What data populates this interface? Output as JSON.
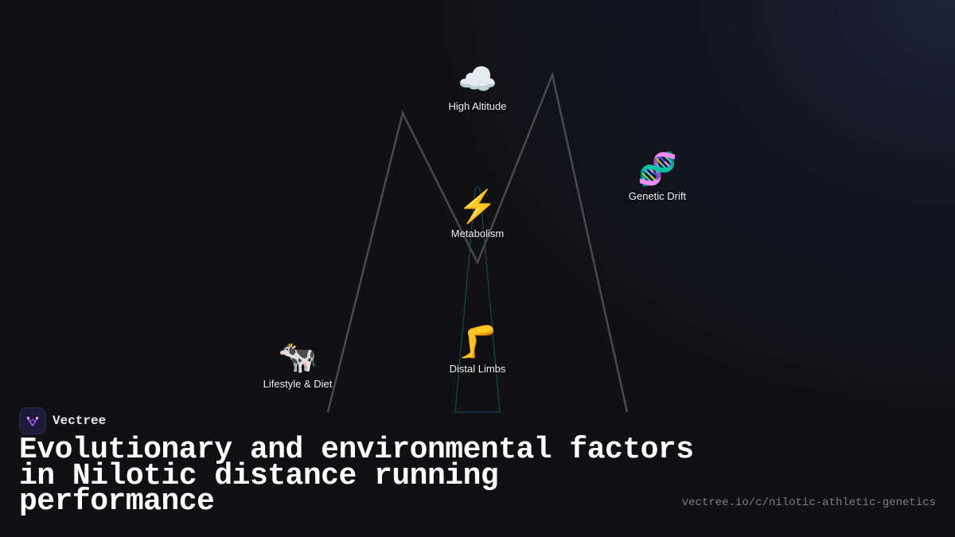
{
  "brand": {
    "name": "Vectree"
  },
  "title": "Evolutionary and environmental factors in Nilotic distance running performance",
  "url": "vectree.io/c/nilotic-athletic-genetics",
  "nodes": {
    "high_altitude": {
      "icon": "cloud-icon",
      "emoji": "☁️",
      "label": "High Altitude"
    },
    "genetic_drift": {
      "icon": "dna-icon",
      "emoji": "🧬",
      "label": "Genetic Drift"
    },
    "metabolism": {
      "icon": "lightning-icon",
      "emoji": "⚡",
      "label": "Metabolism"
    },
    "distal_limbs": {
      "icon": "leg-icon",
      "emoji": "🦵",
      "label": "Distal Limbs"
    },
    "lifestyle_diet": {
      "icon": "cow-icon",
      "emoji": "🐄",
      "label": "Lifestyle & Diet"
    }
  },
  "colors": {
    "background": "#111115",
    "mountain_line": "#4a4a4e",
    "spike_line": "#0f4a55",
    "logo_accent": "#a855f7"
  }
}
